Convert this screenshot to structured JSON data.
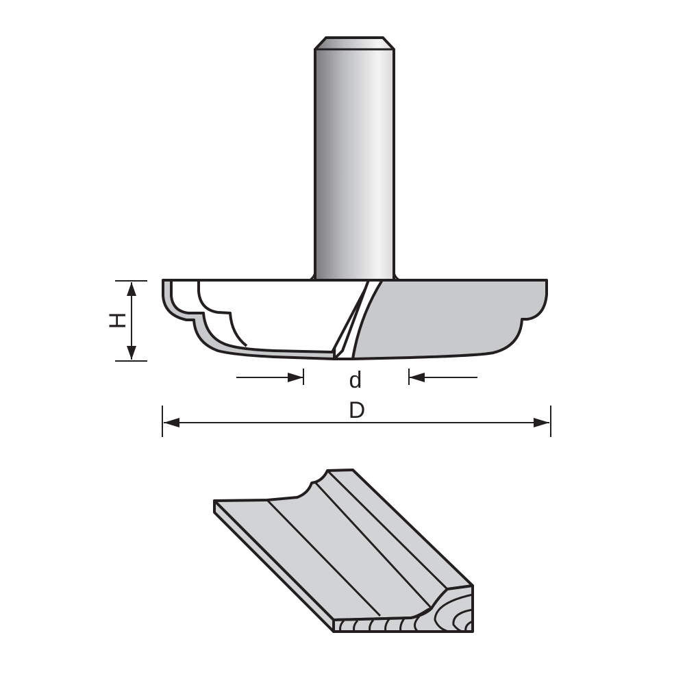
{
  "labels": {
    "height": "H",
    "bore_diameter": "d",
    "cutting_diameter": "D"
  },
  "colors": {
    "outline": "#231f20",
    "fill_gray": "#c8c9cb"
  }
}
